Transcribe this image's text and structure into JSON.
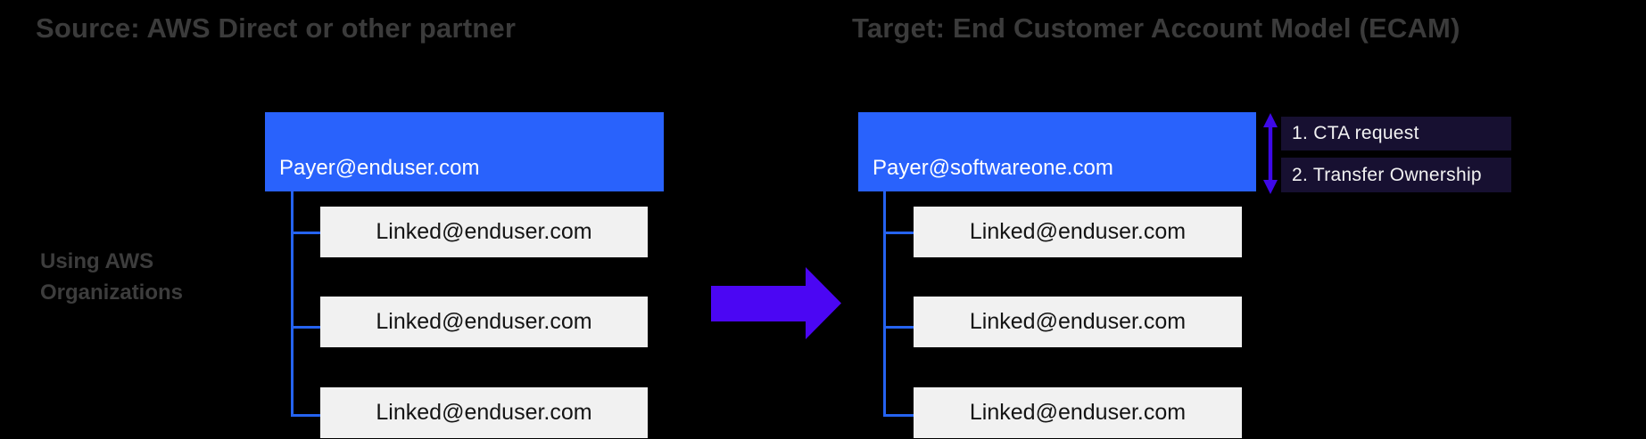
{
  "titles": {
    "source": "Source: AWS Direct or other partner",
    "target": "Target: End Customer Account Model (ECAM)"
  },
  "side_label": "Using AWS Organizations",
  "source_org": {
    "payer": "Payer@enduser.com",
    "linked": [
      "Linked@enduser.com",
      "Linked@enduser.com",
      "Linked@enduser.com"
    ]
  },
  "target_org": {
    "payer": "Payer@softwareone.com",
    "linked": [
      "Linked@enduser.com",
      "Linked@enduser.com",
      "Linked@enduser.com"
    ]
  },
  "steps": {
    "step1": "1. CTA request",
    "step2": "2. Transfer Ownership"
  },
  "icons": {
    "big_arrow": "right-arrow-icon",
    "double_arrow": "vertical-double-arrow-icon"
  },
  "colors": {
    "bg": "#000000",
    "title-gray": "#3b3b3b",
    "side-gray": "#3d3d3d",
    "payer-blue": "#2962fc",
    "linked-bg": "#f1f1f1",
    "connector-blue": "#2563f0",
    "arrow-violet": "#4b06f3",
    "varrow-violet": "#3e09e8",
    "step-bg": "#171031",
    "step-text": "#f2f2f2"
  }
}
